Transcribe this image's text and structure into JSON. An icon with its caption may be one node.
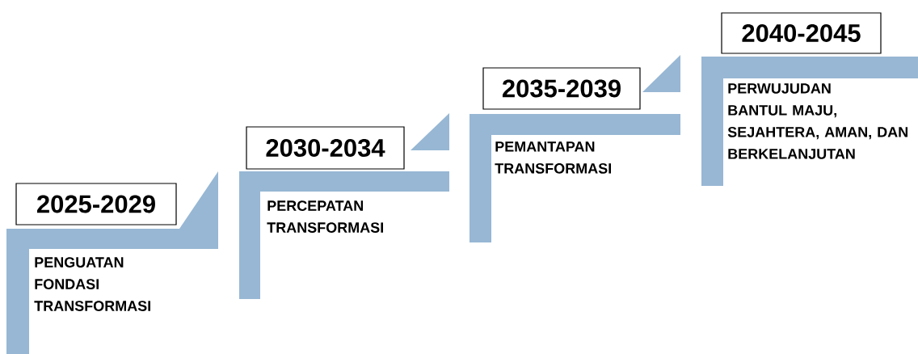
{
  "diagram": {
    "nodes": [
      {
        "text": [
          "2025-2029"
        ]
      },
      {
        "text": [
          "PENGUATAN FONDASI TRANSFORMASI"
        ]
      },
      {
        "text": [
          "2030-2034"
        ]
      },
      {
        "text": [
          "PERCEPATAN TRANSFORMASI"
        ]
      },
      {
        "text": [
          "2035-2039"
        ]
      },
      {
        "text": [
          "PEMANTAPAN TRANSFORMASI"
        ]
      },
      {
        "text": [
          "2040-2045"
        ]
      },
      {
        "text": [
          "PERWUJUDAN BANTUL MAJU, SEJAHTERA, AMAN, DAN BERKELANJUTAN"
        ]
      }
    ]
  }
}
